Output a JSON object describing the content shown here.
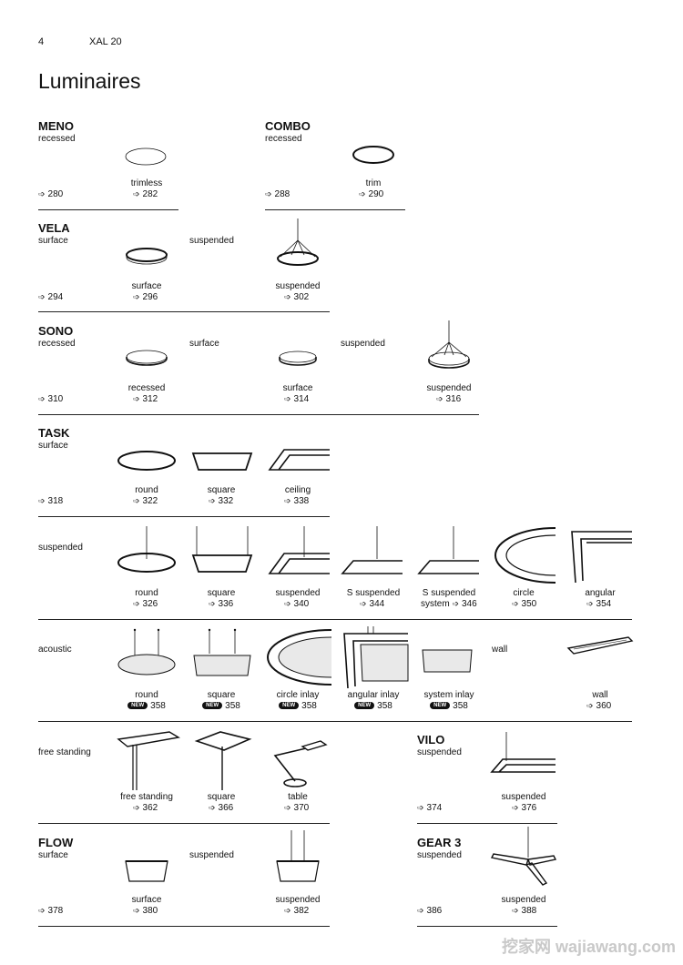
{
  "header": {
    "page_number": "4",
    "brand": "XAL 20",
    "title": "Luminaires"
  },
  "new_badge": "NEW",
  "meno": {
    "name": "MENO",
    "sub": "recessed",
    "ref": "280",
    "items": [
      {
        "label": "trimless",
        "ref": "282"
      }
    ]
  },
  "combo": {
    "name": "COMBO",
    "sub": "recessed",
    "ref": "288",
    "items": [
      {
        "label": "trim",
        "ref": "290"
      }
    ]
  },
  "vela": {
    "name": "VELA",
    "sub": "surface",
    "ref": "294",
    "group2": "suspended",
    "items": [
      {
        "label": "surface",
        "ref": "296"
      },
      {
        "label": "suspended",
        "ref": "302"
      }
    ]
  },
  "sono": {
    "name": "SONO",
    "sub": "recessed",
    "ref": "310",
    "group2": "surface",
    "group3": "suspended",
    "items": [
      {
        "label": "recessed",
        "ref": "312"
      },
      {
        "label": "surface",
        "ref": "314"
      },
      {
        "label": "suspended",
        "ref": "316"
      }
    ]
  },
  "task": {
    "name": "TASK",
    "sub": "surface",
    "ref": "318",
    "surface_items": [
      {
        "label": "round",
        "ref": "322"
      },
      {
        "label": "square",
        "ref": "332"
      },
      {
        "label": "ceiling",
        "ref": "338"
      }
    ],
    "suspended_title": "suspended",
    "suspended_items": [
      {
        "label": "round",
        "ref": "326"
      },
      {
        "label": "square",
        "ref": "336"
      },
      {
        "label": "suspended",
        "ref": "340"
      },
      {
        "label": "S suspended",
        "ref": "344"
      },
      {
        "label": "S suspended",
        "label_prefix": "system",
        "ref": "346"
      },
      {
        "label": "circle",
        "ref": "350"
      },
      {
        "label": "angular",
        "ref": "354"
      }
    ],
    "acoustic_title": "acoustic",
    "acoustic_items": [
      {
        "label": "round",
        "ref": "358"
      },
      {
        "label": "square",
        "ref": "358"
      },
      {
        "label": "circle inlay",
        "ref": "358"
      },
      {
        "label": "angular inlay",
        "ref": "358"
      },
      {
        "label": "system inlay",
        "ref": "358"
      }
    ],
    "wall_title": "wall",
    "wall_item": {
      "label": "wall",
      "ref": "360"
    },
    "free_title": "free standing",
    "free_items": [
      {
        "label": "free standing",
        "ref": "362"
      },
      {
        "label": "square",
        "ref": "366"
      },
      {
        "label": "table",
        "ref": "370"
      }
    ]
  },
  "vilo": {
    "name": "VILO",
    "sub": "suspended",
    "ref": "374",
    "items": [
      {
        "label": "suspended",
        "ref": "376"
      }
    ]
  },
  "flow": {
    "name": "FLOW",
    "sub": "surface",
    "ref": "378",
    "group2": "suspended",
    "items": [
      {
        "label": "surface",
        "ref": "380"
      },
      {
        "label": "suspended",
        "ref": "382"
      }
    ]
  },
  "gear": {
    "name": "GEAR 3",
    "sub": "suspended",
    "ref": "386",
    "items": [
      {
        "label": "suspended",
        "ref": "388"
      }
    ]
  },
  "watermark": "挖家网 wajiawang.com"
}
